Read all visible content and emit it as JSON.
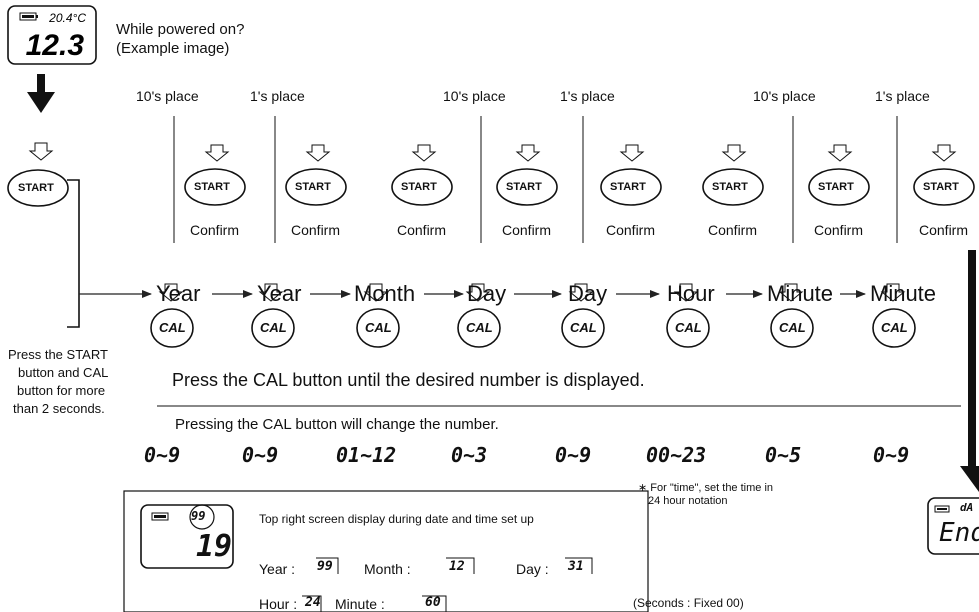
{
  "intro": {
    "line1": "While powered on?",
    "line2": "(Example image)",
    "device_temp": "20.4°C",
    "device_number": "12.3"
  },
  "left_step": {
    "start_label": "START",
    "instruction_lines": [
      "Press the START",
      "button and CAL",
      "button for more",
      "than 2 seconds."
    ]
  },
  "place_labels": [
    "10's place",
    "1's place",
    "10's place",
    "1's place",
    "10's place",
    "1's place"
  ],
  "start_buttons": {
    "label": "START",
    "count": 8
  },
  "confirm_label": "Confirm",
  "sequence": [
    "Year",
    "Year",
    "Month",
    "Day",
    "Day",
    "Hour",
    "Minute",
    "Minute"
  ],
  "cal_buttons": {
    "label": "CAL",
    "count": 8
  },
  "instructions": {
    "press_cal": "Press the CAL button until the desired number is displayed.",
    "pressing_cal": "Pressing the CAL button will change the number."
  },
  "ranges": [
    "0~9",
    "0~9",
    "01~12",
    "0~3",
    "0~9",
    "00~23",
    "0~5",
    "0~9"
  ],
  "time_note": {
    "line1": "∗ For \"time\", set the time in",
    "line2": "24 hour notation"
  },
  "end_display": {
    "top": "dA",
    "main": "End"
  },
  "setup_box": {
    "title": "Top right screen display during date and time set up",
    "lcd_top": "99",
    "lcd_main": "19",
    "year_label": "Year :",
    "year_value": "99",
    "month_label": "Month :",
    "month_value": "12",
    "day_label": "Day :",
    "day_value": "31",
    "hour_label": "Hour :",
    "hour_value": "24",
    "minute_label": "Minute :",
    "minute_value": "60"
  },
  "seconds_note": "(Seconds : Fixed 00)"
}
